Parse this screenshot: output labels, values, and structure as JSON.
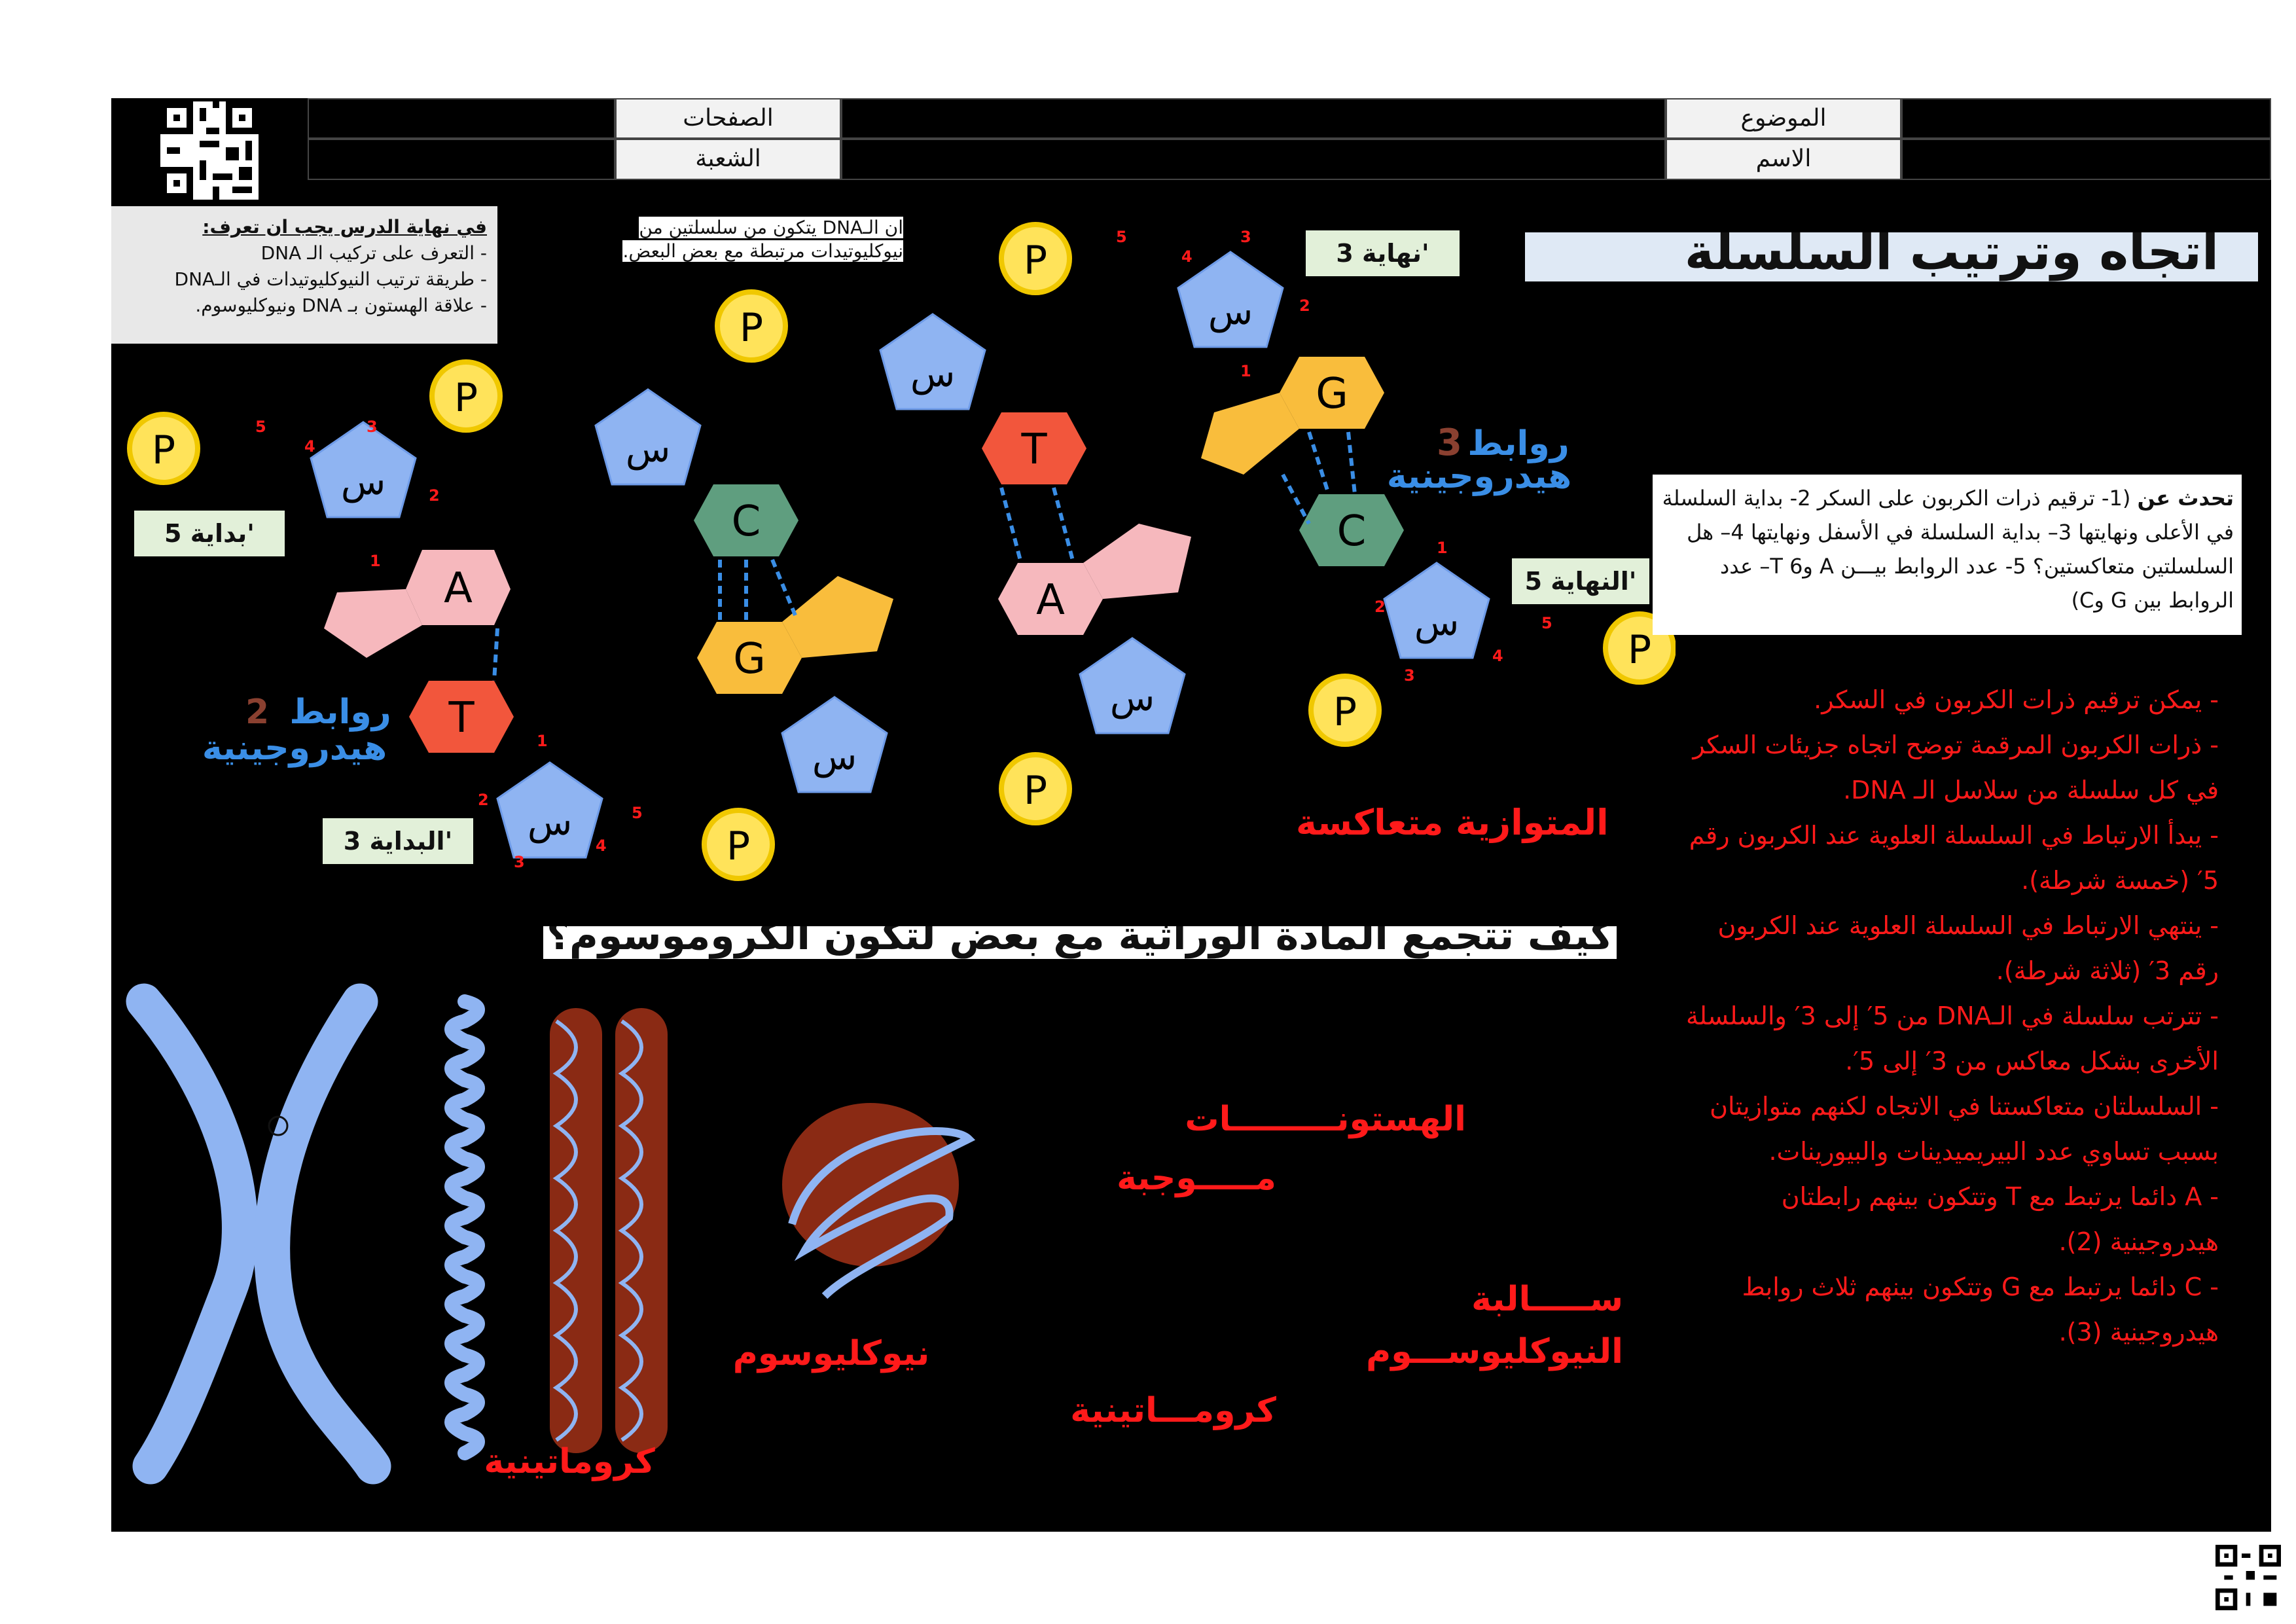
{
  "header": {
    "pages_label": "الصفحات",
    "section_label": "الشعبة",
    "subject_label": "الموضوع",
    "name_label": "الاسم"
  },
  "objectives": {
    "heading": "في نهاية الدرس يجب ان تعرف:",
    "items": [
      "- التعرف على تركيب الـ DNA",
      "- طريقة ترتيب النيوكليوتيدات في الـDNA",
      "- علاقة الهستون بـ DNA ونيوكليوسوم."
    ]
  },
  "title": "اتجاه وترتيب السلسلة",
  "dna_note": [
    "ان الـDNA يتكون من سلسلتين من",
    "نيوكليوتيدات مرتبطة مع بعض البعض."
  ],
  "tags": {
    "start5": "بداية 5'",
    "start3": "البداية 3'",
    "end3": "نهاية 3'",
    "end5": "النهاية 5'"
  },
  "diagram": {
    "phosphate": "P",
    "sugar": "س",
    "bases": [
      "A",
      "T",
      "C",
      "G",
      "T",
      "A",
      "G",
      "C"
    ],
    "hbond_label_top": "روابط",
    "hbond_label_bottom": "هيدروجينية",
    "hbond_counts": [
      "2",
      "3"
    ],
    "carbon_numbers": [
      "1",
      "2",
      "3",
      "4",
      "5"
    ],
    "antiparallel": "المتوازية متعاكسة"
  },
  "questions": {
    "lead": "تحدث عن",
    "text": "(1- ترقيم ذرات الكربون على السكر 2- بداية السلسلة في الأعلى ونهايتها 3– بداية السلسلة في الأسفل ونهايتها 4– هل السلسلتين متعاكستين؟ 5- عدد الروابط بيـــن A وT 6– عدد الروابط بين G وC)"
  },
  "answers": [
    "- يمكن ترقيم ذرات الكربون في السكر.",
    "- ذرات الكربون المرقمة توضح اتجاه جزيئات السكر في كل سلسلة من سلاسل الـ DNA.",
    "- يبدأ الارتباط في السلسلة العلوية عند الكربون رقم 5′ (خمسة شرطة).",
    "- ينتهي الارتباط في السلسلة العلوية عند الكربون رقم 3′ (ثلاثة شرطة).",
    "- تترتب سلسلة في الـDNA من 5′ إلى 3′ والسلسلة الأخرى بشكل معاكس من 3′ إلى 5′.",
    "- السلسلتان متعاكستنا في الاتجاه لكنهم متوازيتان بسبب تساوي عدد البيريميدينات والبيورينات.",
    "- A دائما يرتبط مع T وتتكون بينهم رابطتان هيدروجينية (2).",
    "- C دائما يرتبط مع G وتتكون بينهم ثلاث روابط هيدروجينية (3)."
  ],
  "chromosome_question": "كيف تتجمع المادة الوراثية مع بعض لتكون الكروموسوم؟",
  "chromosome_labels": {
    "chromatin1": "كروماتينية",
    "nucleosome1": "نيوكليوسوم",
    "histones": "الهستونـــــــــات",
    "positive": "مـــــوجبة",
    "negative": "ســـــالبة",
    "nucleosome2": "النيوكليوســـوم",
    "chromatin2": "كرومـــاتينية"
  },
  "colors": {
    "phosphate": "#ffe35a",
    "sugar": "#8fb4f2",
    "adenine": "#f6b8bd",
    "thymine": "#f2563c",
    "cytosine": "#5f9e7f",
    "guanine": "#f9bd3c",
    "answer_red": "#ff1a1a",
    "hbond_blue": "#3a8ee6"
  }
}
